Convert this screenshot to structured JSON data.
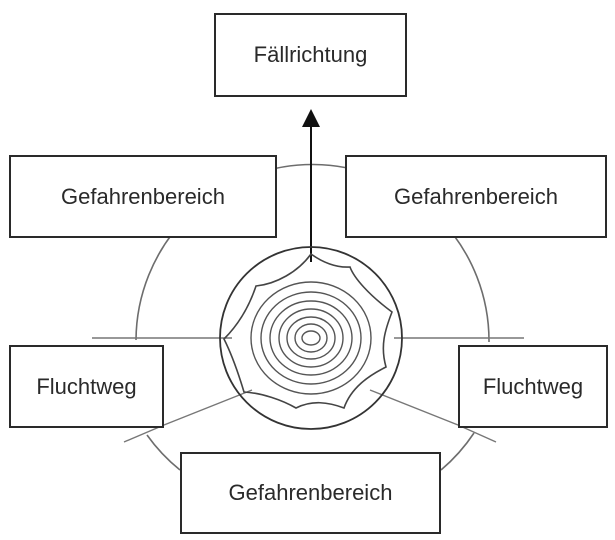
{
  "labels": {
    "felling_direction": "Fällrichtung",
    "danger_zone_left": "Gefahrenbereich",
    "danger_zone_right": "Gefahrenbereich",
    "danger_zone_bottom": "Gefahrenbereich",
    "escape_route_left": "Fluchtweg",
    "escape_route_right": "Fluchtweg"
  }
}
